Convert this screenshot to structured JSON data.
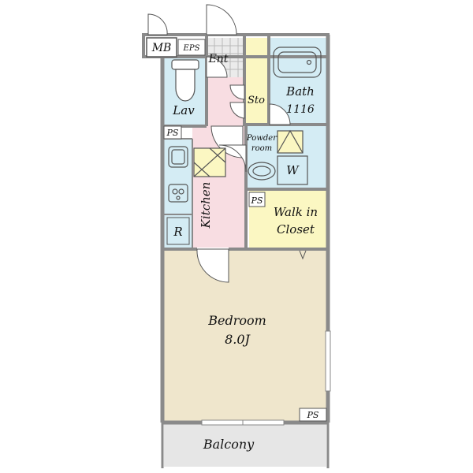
{
  "rooms": {
    "mb": "MB",
    "eps": "EPS",
    "ent": "Ent",
    "storage": "Sto",
    "bath_name": "Bath",
    "bath_size": "1116",
    "lavatory": "Lav",
    "powder_room_line1": "Powder",
    "powder_room_line2": "room",
    "washer": "W",
    "kitchen": "Kitchen",
    "refrigerator": "R",
    "ps_1": "PS",
    "ps_2": "PS",
    "ps_3": "PS",
    "walk_in_line1": "Walk in",
    "walk_in_line2": "Closet",
    "bedroom_name": "Bedroom",
    "bedroom_size": "8.0J",
    "balcony": "Balcony"
  },
  "colors": {
    "wall": "#8a8a8a",
    "wet_area": "#d4ecf4",
    "kitchen": "#f8dde2",
    "closet": "#fbf7c2",
    "bedroom": "#efe6cc",
    "balcony": "#e6e6e6",
    "entrance": "#ebebeb"
  }
}
